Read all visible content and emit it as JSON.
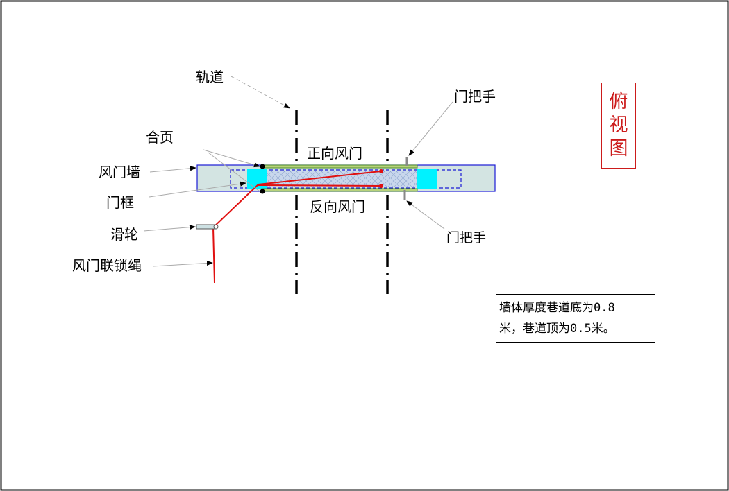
{
  "labels": {
    "track": "轨道",
    "door_handle_top": "门把手",
    "hinge": "合页",
    "forward_door": "正向风门",
    "wall": "风门墙",
    "frame": "门框",
    "reverse_door": "反向风门",
    "door_handle_bottom": "门把手",
    "pulley": "滑轮",
    "interlock_rope": "风门联锁绳"
  },
  "title": {
    "chars": [
      "俯",
      "视",
      "图"
    ]
  },
  "note": {
    "line1": "墙体厚度巷道底为0.8",
    "line2": "米，巷道顶为0.5米。"
  },
  "colors": {
    "wall_fill": "#d3e4e2",
    "wall_border": "#1a1ad6",
    "frame_dashed": "#1a1ad6",
    "door_inner_fill": "#c9d7ec",
    "cyan_block": "#00f2ff",
    "door_leaf": "#4f8f2b",
    "rope": "#e01010",
    "title_red": "#cc1b1b"
  }
}
